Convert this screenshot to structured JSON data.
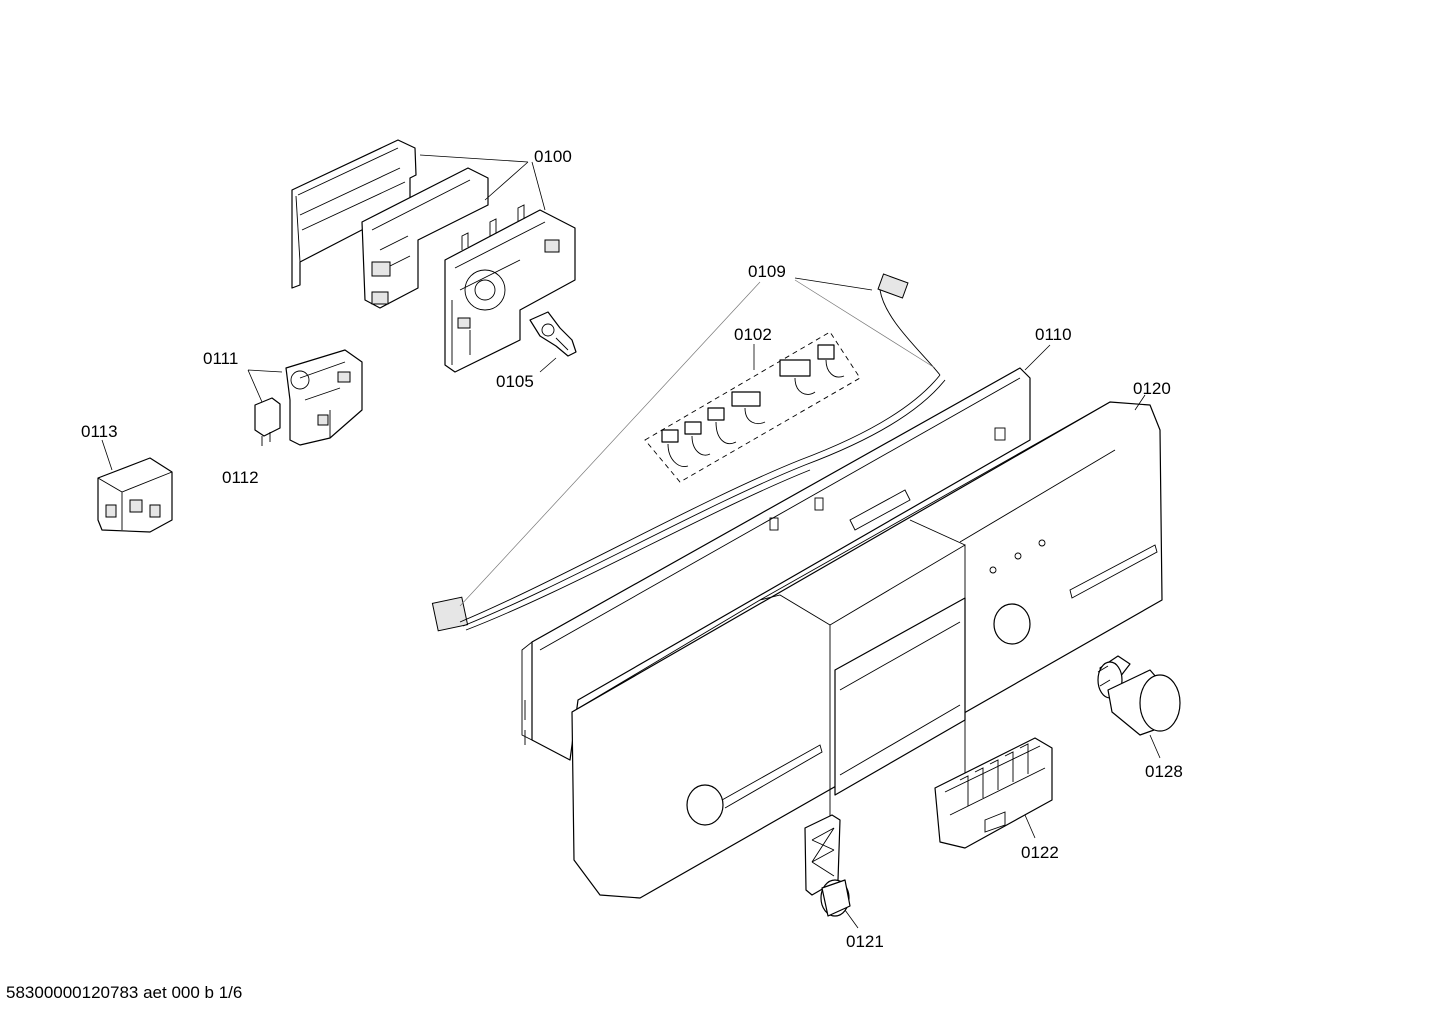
{
  "diagram": {
    "labels": {
      "p0100": "0100",
      "p0102": "0102",
      "p0105": "0105",
      "p0109": "0109",
      "p0110": "0110",
      "p0111": "0111",
      "p0112": "0112",
      "p0113": "0113",
      "p0120": "0120",
      "p0121": "0121",
      "p0122": "0122",
      "p0128": "0128"
    },
    "footer": "58300000120783 aet 000 b 1/6"
  }
}
